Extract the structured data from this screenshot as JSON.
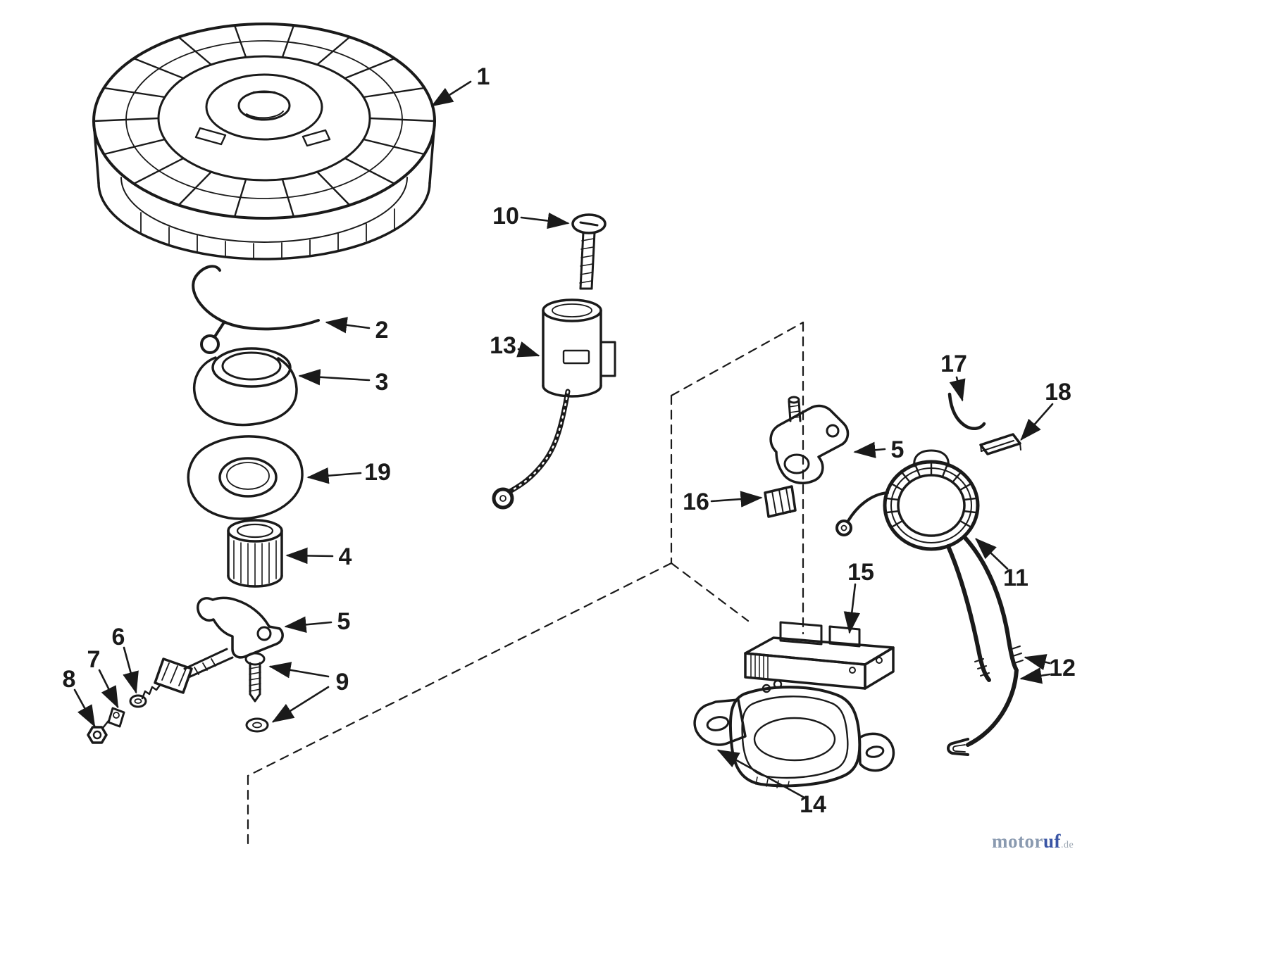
{
  "diagram": {
    "type": "exploded-parts-diagram",
    "subject": "engine magneto ignition assembly",
    "callouts": [
      {
        "part": "flywheel",
        "label": "1"
      },
      {
        "part": "retainer-spring-clip",
        "label": "2"
      },
      {
        "part": "oil-seal-cup",
        "label": "3"
      },
      {
        "part": "spacer-plate",
        "label": "19"
      },
      {
        "part": "bearing-sleeve",
        "label": "4"
      },
      {
        "part": "breaker-cam-left",
        "label": "5"
      },
      {
        "part": "washer",
        "label": "6"
      },
      {
        "part": "terminal-bracket",
        "label": "7"
      },
      {
        "part": "nut",
        "label": "8"
      },
      {
        "part": "screw-and-washer",
        "label": "9"
      },
      {
        "part": "cap-screw",
        "label": "10"
      },
      {
        "part": "ignition-coil",
        "label": "11"
      },
      {
        "part": "coil-lead-wires",
        "label": "12"
      },
      {
        "part": "condenser",
        "label": "13"
      },
      {
        "part": "magneto-base",
        "label": "14"
      },
      {
        "part": "lamination-core",
        "label": "15"
      },
      {
        "part": "contact-block",
        "label": "16"
      },
      {
        "part": "retainer-clip",
        "label": "17"
      },
      {
        "part": "insulator-block",
        "label": "18"
      },
      {
        "part": "breaker-bracket-right",
        "label": "5"
      }
    ]
  },
  "watermark": {
    "brand": "motor",
    "brand2": "uf",
    "suffix": ".de"
  },
  "colors": {
    "ink": "#1a1a1a",
    "background": "#ffffff",
    "watermark_gray": "#8a9ab0",
    "watermark_blue": "#3a55a5"
  }
}
